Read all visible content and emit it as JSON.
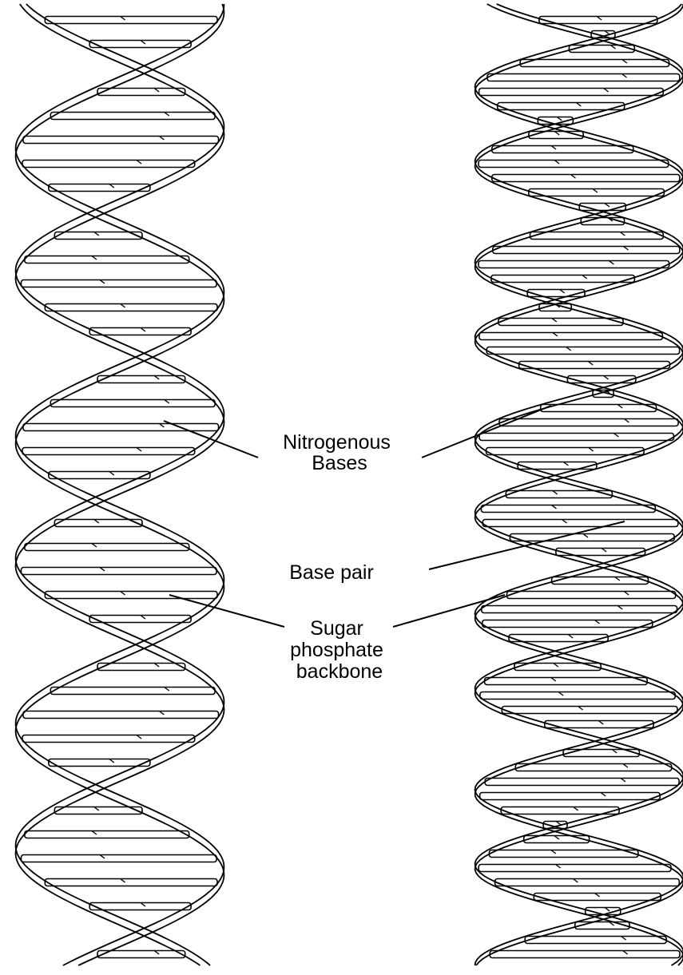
{
  "diagram": {
    "labels": {
      "nitrogenous_bases": [
        "Nitrogenous",
        "Bases"
      ],
      "base_pair": "Base pair",
      "sugar_phosphate_backbone": [
        "Sugar",
        "phosphate",
        "backbone"
      ]
    },
    "colors": {
      "stroke": "#000000",
      "fill": "#ffffff"
    }
  }
}
